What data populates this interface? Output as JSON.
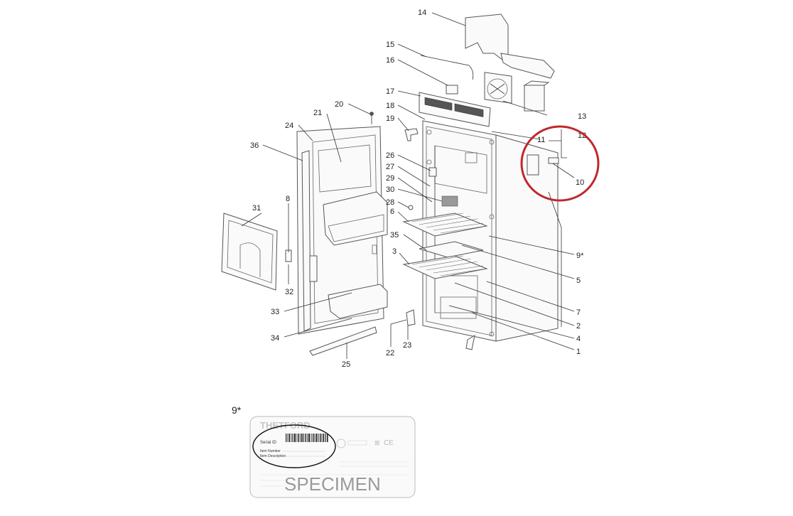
{
  "callouts": [
    "14",
    "15",
    "16",
    "17",
    "18",
    "19",
    "20",
    "21",
    "24",
    "36",
    "26",
    "27",
    "29",
    "30",
    "28",
    "6",
    "35",
    "3",
    "31",
    "8",
    "32",
    "33",
    "34",
    "25",
    "22",
    "23",
    "11",
    "12",
    "10",
    "13",
    "9*",
    "5",
    "7",
    "2",
    "4",
    "1"
  ],
  "plate": {
    "heading": "9*",
    "brand": "THETFORD",
    "serial_label": "Serial ID",
    "item_number_label": "Item Number",
    "item_description_label": "Item Description",
    "watermark": "SPECIMEN",
    "ce_mark": "CE"
  },
  "highlight_color": "#c0282d"
}
